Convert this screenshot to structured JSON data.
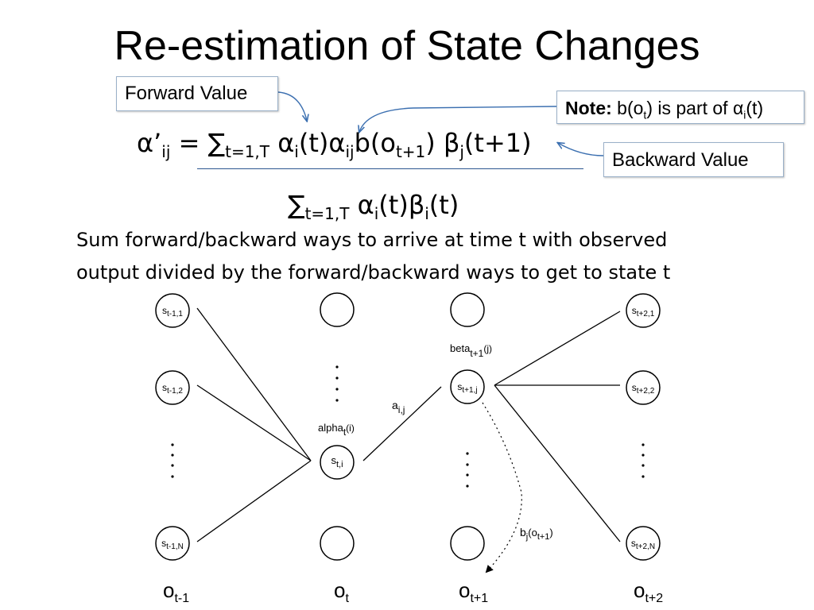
{
  "title": "Re-estimation of State Changes",
  "callouts": {
    "forward": "Forward Value",
    "backward": "Backward Value",
    "note_bold": "Note:",
    "note_b": " b(o",
    "note_b_sub": "t",
    "note_mid": ") is part of α",
    "note_alpha_sub": "i",
    "note_end": "(t)"
  },
  "formula": {
    "num_alpha": "α’",
    "num_alpha_sub": "ij",
    "num_eq": " = ∑",
    "num_sum_sub": "t=1,T",
    "num_a": " α",
    "num_a_sub": "i",
    "num_t": "(t)α",
    "num_aij_sub": "ij",
    "num_b": "b(o",
    "num_b_sub": "t+1",
    "num_beta": ") β",
    "num_beta_sub": "j",
    "num_end": "(t+1)",
    "den_sum": "∑",
    "den_sum_sub": "t=1,T",
    "den_a": " α",
    "den_a_sub": "i",
    "den_mid": "(t)β",
    "den_b_sub": "i",
    "den_end": "(t)"
  },
  "description": {
    "line1": "Sum forward/backward ways to arrive at time t with observed",
    "line2": "output divided by the forward/backward ways to get to state t"
  },
  "trellis": {
    "nodes": {
      "s_t_minus_1_1": {
        "base": "s",
        "sub": "t-1,1"
      },
      "s_t_minus_1_2": {
        "base": "s",
        "sub": "t-1,2"
      },
      "s_t_minus_1_N": {
        "base": "s",
        "sub": "t-1,N"
      },
      "s_t_i": {
        "base": "s",
        "sub": "t,i"
      },
      "s_t_plus_1_j": {
        "base": "s",
        "sub": "t+1,j"
      },
      "s_t_plus_2_1": {
        "base": "s",
        "sub": "t+2,1"
      },
      "s_t_plus_2_2": {
        "base": "s",
        "sub": "t+2,2"
      },
      "s_t_plus_2_N": {
        "base": "s",
        "sub": "t+2,N"
      }
    },
    "labels": {
      "alpha_base": "alpha",
      "alpha_sub": "t",
      "alpha_arg": "(i)",
      "beta_base": "beta",
      "beta_sub": "t+1",
      "beta_arg": "(j)",
      "a_base": "a",
      "a_sub": "i,j",
      "b_base": "b",
      "b_sub": "j",
      "b_arg": "(o",
      "b_arg_sub": "t+1",
      "b_end": ")"
    },
    "observations": [
      {
        "base": "o",
        "sub": "t-1"
      },
      {
        "base": "o",
        "sub": "t"
      },
      {
        "base": "o",
        "sub": "t+1"
      },
      {
        "base": "o",
        "sub": "t+2"
      }
    ]
  }
}
